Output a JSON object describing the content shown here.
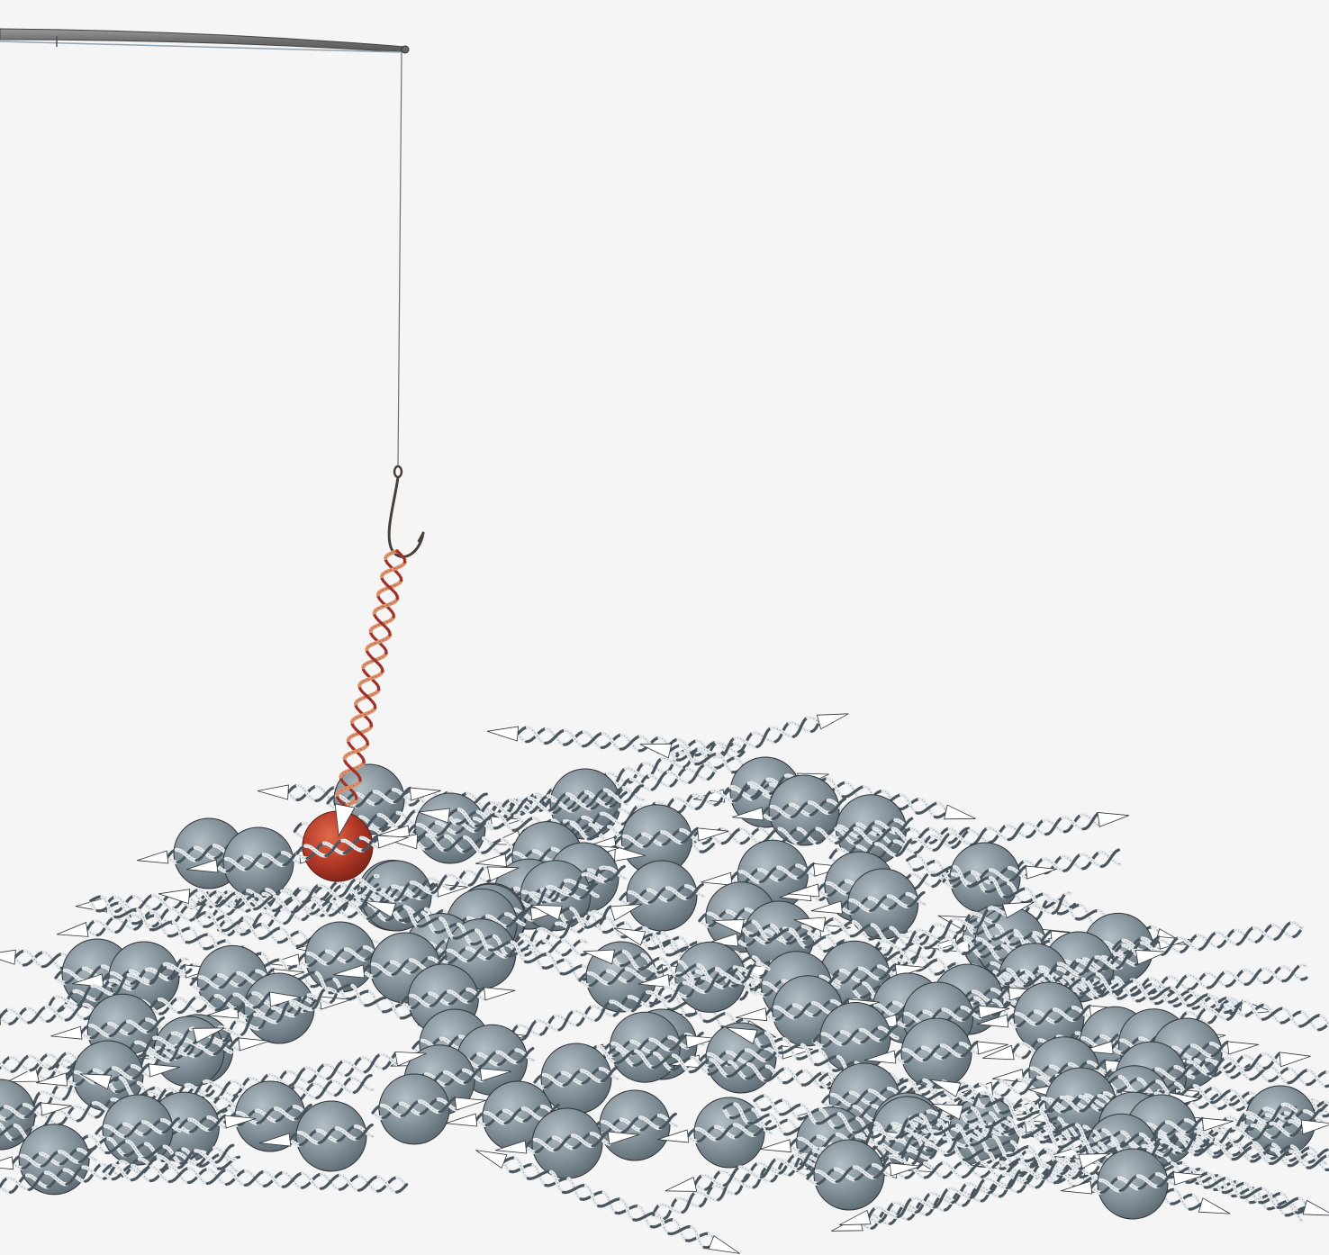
{
  "scene": {
    "description_name": "chromatin-fishing-illustration",
    "background_color": "#f5f5f5",
    "colors": {
      "rod": "#7a7a7a",
      "rod_highlight": "#b9b9b9",
      "line": "#6f6f6f",
      "hook": "#4a4038",
      "target_strand_dark": "#a8342a",
      "target_strand_light": "#e0916a",
      "target_nucleosome": "#b53a28",
      "nucleosome": "#7c8a94",
      "nucleosome_light": "#aab6be",
      "dna_dark": "#4d5a63",
      "dna_light": "#e6eaed",
      "outline": "#2f3438"
    },
    "icons": [
      "fishing-rod-icon",
      "fishing-line-icon",
      "fishing-hook-icon",
      "dna-helix-icon",
      "nucleosome-icon"
    ],
    "nucleosome_count": 90,
    "dna_fragment_count": 70
  }
}
